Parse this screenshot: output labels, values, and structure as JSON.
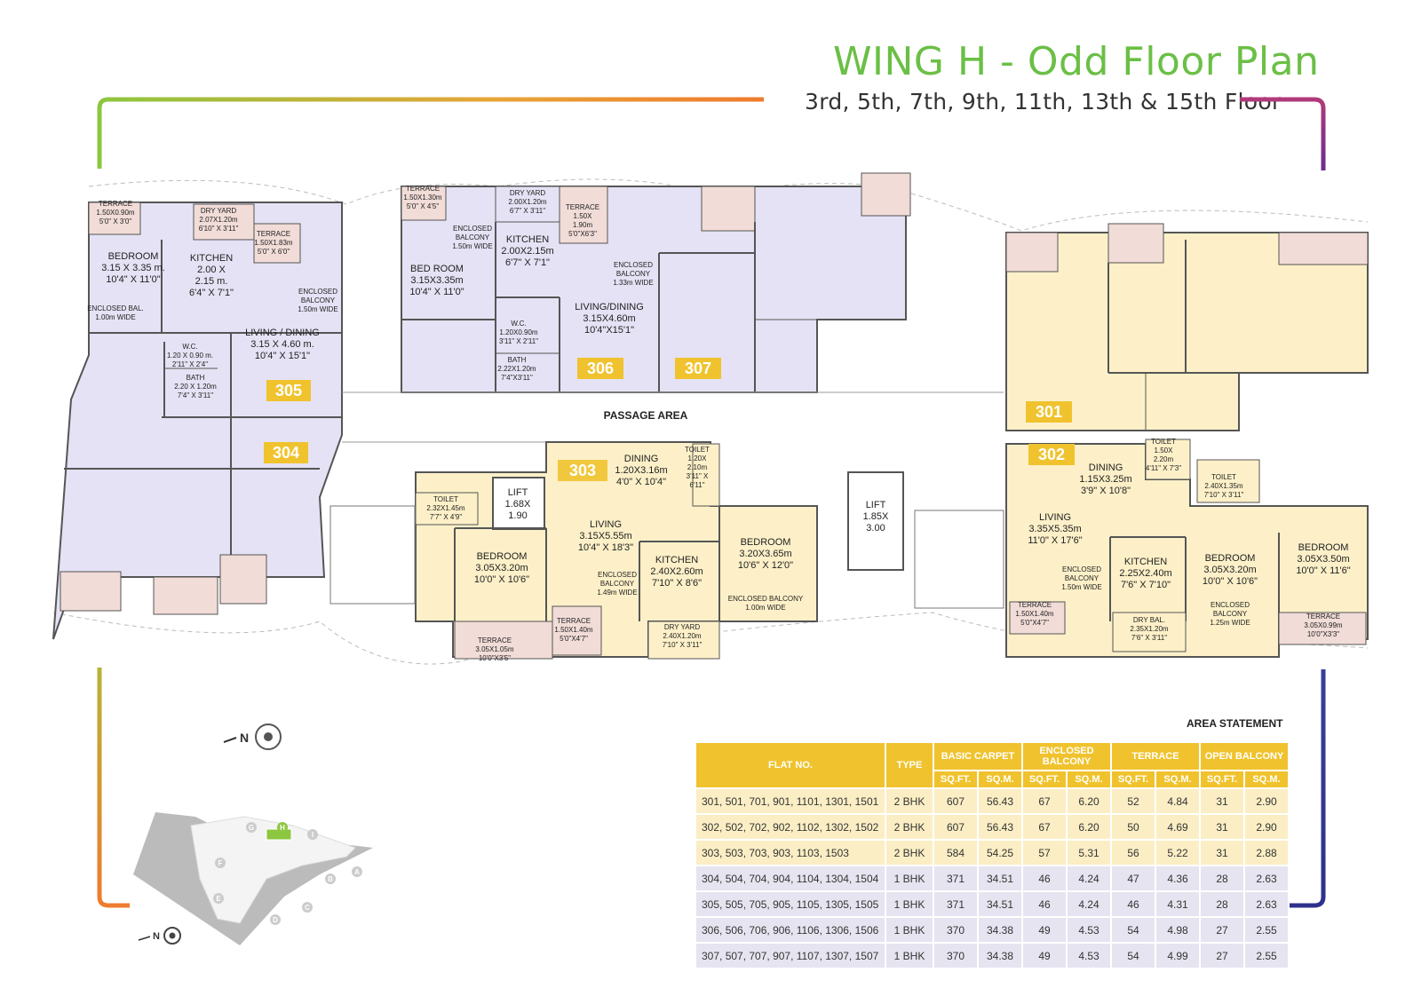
{
  "header": {
    "title": "WING H -  Odd Floor Plan",
    "subtitle": "3rd, 5th, 7th, 9th, 11th, 13th & 15th Floor"
  },
  "colors": {
    "lavender": "#e4e2f4",
    "cream": "#fdf0c8",
    "terrace": "#f1dcd8",
    "yellow": "#f0c32e",
    "green": "#6bbf46"
  },
  "units": {
    "u301": "301",
    "u302": "302",
    "u303": "303",
    "u304": "304",
    "u305": "305",
    "u306": "306",
    "u307": "307"
  },
  "rooms": {
    "r305_terrace": [
      "TERRACE",
      "1.50X0.90m",
      "5'0\" X 3'0\""
    ],
    "r305_dryyard": [
      "DRY YARD",
      "2.07X1.20m",
      "6'10\" X 3'11\""
    ],
    "r305_terrace2": [
      "TERRACE",
      "1.50X1.83m",
      "5'0\" X 6'0\""
    ],
    "r305_bedroom": [
      "BEDROOM",
      "3.15 X 3.35 m.",
      "10'4\" X 11'0\""
    ],
    "r305_kitchen": [
      "KITCHEN",
      "2.00 X",
      "2.15 m.",
      "6'4\" X 7'1\""
    ],
    "r305_encbal": [
      "ENCLOSED",
      "BALCONY",
      "1.50m WIDE"
    ],
    "r305_encbal2": [
      "ENCLOSED BAL.",
      "1.00m WIDE"
    ],
    "r305_wc": [
      "W.C.",
      "1.20 X 0.90 m.",
      "2'11\" X 2'4\""
    ],
    "r305_living": [
      "LIVING / DINING",
      "3.15 X 4.60 m.",
      "10'4\" X 15'1\""
    ],
    "r305_bath": [
      "BATH",
      "2.20 X 1.20m",
      "7'4\" X 3'11\""
    ],
    "r306_terrace": [
      "TERRACE",
      "1.50X1.30m",
      "5'0\" X 4'5\""
    ],
    "r306_dryyard": [
      "DRY YARD",
      "2.00X1.20m",
      "6'7\" X 3'11\""
    ],
    "r306_terrace2": [
      "TERRACE",
      "1.50X",
      "1.90m",
      "5'0\"X6'3\""
    ],
    "r306_encbal": [
      "ENCLOSED",
      "BALCONY",
      "1.50m WIDE"
    ],
    "r306_kitchen": [
      "KITCHEN",
      "2.00X2.15m",
      "6'7\" X 7'1\""
    ],
    "r306_bedroom": [
      "BED ROOM",
      "3.15X3.35m",
      "10'4\" X 11'0\""
    ],
    "r306_encbal2": [
      "ENCLOSED",
      "BALCONY",
      "1.33m WIDE"
    ],
    "r306_living": [
      "LIVING/DINING",
      "3.15X4.60m",
      "10'4\"X15'1\""
    ],
    "r306_wc": [
      "W.C.",
      "1.20X0.90m",
      "3'11\" X 2'11\""
    ],
    "r306_bath": [
      "BATH",
      "2.22X1.20m",
      "7'4\"X3'11\""
    ],
    "passage": "PASSAGE AREA",
    "r303_dining": [
      "DINING",
      "1.20X3.16m",
      "4'0\" X 10'4\""
    ],
    "r303_toilet": [
      "TOILET",
      "1.20X",
      "2.10m",
      "3'11\" X",
      "6'11\""
    ],
    "r303_toilet2": [
      "TOILET",
      "2.32X1.45m",
      "7'7\" X 4'9\""
    ],
    "lift1": [
      "LIFT",
      "1.68X",
      "1.90"
    ],
    "r303_living": [
      "LIVING",
      "3.15X5.55m",
      "10'4\" X 18'3\""
    ],
    "r303_bedroom": [
      "BEDROOM",
      "3.05X3.20m",
      "10'0\" X 10'6\""
    ],
    "r303_encbal": [
      "ENCLOSED",
      "BALCONY",
      "1.49m WIDE"
    ],
    "r303_kitchen": [
      "KITCHEN",
      "2.40X2.60m",
      "7'10\" X 8'6\""
    ],
    "r303_bedroom2": [
      "BEDROOM",
      "3.20X3.65m",
      "10'6\" X 12'0\""
    ],
    "r303_encbal2": [
      "ENCLOSED BALCONY",
      "1.00m WIDE"
    ],
    "r303_terrace": [
      "TERRACE",
      "1.50X1.40m",
      "5'0\"X4'7\""
    ],
    "r303_dryyard": [
      "DRY YARD",
      "2.40X1.20m",
      "7'10\" X 3'11\""
    ],
    "r303_terrace2": [
      "TERRACE",
      "3.05X1.05m",
      "10'0\"X3'5\""
    ],
    "lift2": [
      "LIFT",
      "1.85X",
      "3.00"
    ],
    "r302_dining": [
      "DINING",
      "1.15X3.25m",
      "3'9\" X 10'8\""
    ],
    "r302_toilet": [
      "TOILET",
      "1.50X",
      "2.20m",
      "4'11\" X 7'3\""
    ],
    "r302_toilet2": [
      "TOILET",
      "2.40X1.35m",
      "7'10\" X 3'11\""
    ],
    "r302_living": [
      "LIVING",
      "3.35X5.35m",
      "11'0\" X 17'6\""
    ],
    "r302_encbal": [
      "ENCLOSED",
      "BALCONY",
      "1.50m WIDE"
    ],
    "r302_kitchen": [
      "KITCHEN",
      "2.25X2.40m",
      "7'6\" X 7'10\""
    ],
    "r302_bedroom": [
      "BEDROOM",
      "3.05X3.20m",
      "10'0\" X 10'6\""
    ],
    "r302_bedroom2": [
      "BEDROOM",
      "3.05X3.50m",
      "10'0\" X 11'6\""
    ],
    "r302_terrace": [
      "TERRACE",
      "1.50X1.40m",
      "5'0\"X4'7\""
    ],
    "r302_drybal": [
      "DRY BAL.",
      "2.35X1.20m",
      "7'6\" X 3'11\""
    ],
    "r302_encbal2": [
      "ENCLOSED",
      "BALCONY",
      "1.25m WIDE"
    ],
    "r302_terrace2": [
      "TERRACE",
      "3.05X0.99m",
      "10'0\"X3'3\""
    ]
  },
  "compass": {
    "north": "N"
  },
  "keyplan": {
    "wings": [
      "G",
      "H",
      "I",
      "F",
      "A",
      "E",
      "B",
      "C",
      "D"
    ],
    "north": "N"
  },
  "area_statement": {
    "title": "AREA STATEMENT",
    "headers": {
      "flat": "FLAT NO.",
      "type": "TYPE",
      "carpet": "BASIC CARPET",
      "enclosed": "ENCLOSED BALCONY",
      "terrace": "TERRACE",
      "open": "OPEN BALCONY",
      "sqft": "SQ.FT.",
      "sqm": "SQ.M."
    },
    "rows": [
      [
        "301, 501, 701, 901, 1101, 1301, 1501",
        "2 BHK",
        "607",
        "56.43",
        "67",
        "6.20",
        "52",
        "4.84",
        "31",
        "2.90"
      ],
      [
        "302, 502, 702, 902, 1102, 1302, 1502",
        "2 BHK",
        "607",
        "56.43",
        "67",
        "6.20",
        "50",
        "4.69",
        "31",
        "2.90"
      ],
      [
        "303, 503, 703, 903, 1103, 1503",
        "2 BHK",
        "584",
        "54.25",
        "57",
        "5.31",
        "56",
        "5.22",
        "31",
        "2.88"
      ],
      [
        "304, 504, 704, 904, 1104, 1304, 1504",
        "1 BHK",
        "371",
        "34.51",
        "46",
        "4.24",
        "47",
        "4.36",
        "28",
        "2.63"
      ],
      [
        "305, 505, 705, 905, 1105, 1305, 1505",
        "1 BHK",
        "371",
        "34.51",
        "46",
        "4.24",
        "46",
        "4.31",
        "28",
        "2.63"
      ],
      [
        "306, 506, 706, 906, 1106, 1306, 1506",
        "1 BHK",
        "370",
        "34.38",
        "49",
        "4.53",
        "54",
        "4.98",
        "27",
        "2.55"
      ],
      [
        "307, 507, 707, 907, 1107, 1307, 1507",
        "1 BHK",
        "370",
        "34.38",
        "49",
        "4.53",
        "54",
        "4.99",
        "27",
        "2.55"
      ]
    ]
  }
}
